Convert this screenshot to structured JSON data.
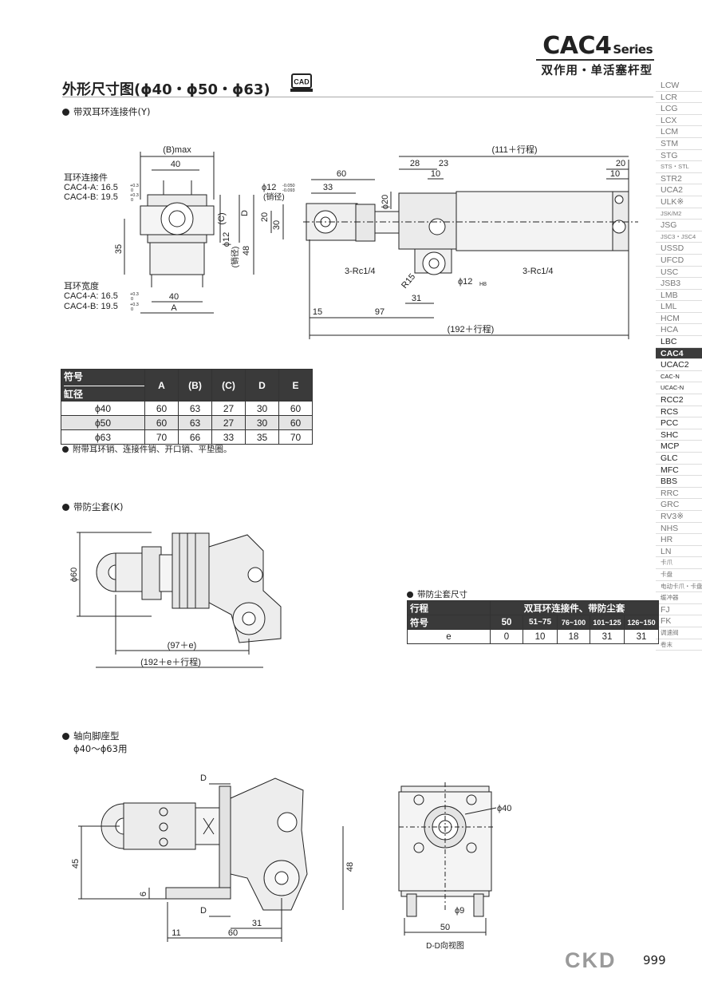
{
  "header": {
    "series_name": "CAC4",
    "series_suffix": "Series",
    "subtitle": "双作用・单活塞杆型",
    "page_heading": "外形尺寸图(ϕ40・ϕ50・ϕ63)",
    "cad_label": "CAD"
  },
  "sidebar": {
    "items": [
      "LCW",
      "LCR",
      "LCG",
      "LCX",
      "LCM",
      "STM",
      "STG",
      "STS・STL",
      "STR2",
      "UCA2",
      "ULK※",
      "JSK/M2",
      "JSG",
      "JSC3・JSC4",
      "USSD",
      "UFCD",
      "USC",
      "JSB3",
      "LMB",
      "LML",
      "HCM",
      "HCA",
      "LBC",
      "CAC4",
      "UCAC2",
      "CAC-N",
      "UCAC-N",
      "RCC2",
      "RCS",
      "PCC",
      "SHC",
      "MCP",
      "GLC",
      "MFC",
      "BBS",
      "RRC",
      "GRC",
      "RV3※",
      "NHS",
      "HR",
      "LN",
      "卡爪",
      "卡盘",
      "电动卡爪・卡盘",
      "缓冲器",
      "FJ",
      "FK",
      "调速阀",
      "卷末"
    ],
    "active": "CAC4"
  },
  "section_y": {
    "title": "带双耳环连接件(Y)",
    "lbl_b_max": "(B)max",
    "lbl_40_top": "40",
    "lbl_clevis_title": "耳环连接件",
    "lbl_clevis_a": "CAC4-A: 16.5",
    "lbl_clevis_b": "CAC4-B: 19.5",
    "lbl_tol_plus": "+0.3",
    "lbl_tol_zero": "0",
    "lbl_35": "35",
    "lbl_C": "(C)",
    "lbl_D": "D",
    "lbl_pin_dia": "ϕ12",
    "lbl_pin_note": "(销径)",
    "lbl_48": "48",
    "lbl_width_title": "耳环宽度",
    "lbl_width_a": "CAC4-A: 16.5",
    "lbl_width_b": "CAC4-B: 19.5",
    "lbl_40_bottom": "40",
    "lbl_A": "A",
    "lbl_60": "60",
    "lbl_33": "33",
    "lbl_phi12_side": "ϕ12",
    "lbl_phi12_tol_a": "-0.050",
    "lbl_phi12_tol_b": "-0.093",
    "lbl_pin_note_side": "(销径)",
    "lbl_phi20": "ϕ20",
    "lbl_20": "20",
    "lbl_30": "30",
    "lbl_111": "(111＋行程)",
    "lbl_28": "28",
    "lbl_23": "23",
    "lbl_10_a": "10",
    "lbl_20_right": "20",
    "lbl_10_b": "10",
    "lbl_rc_left": "3-Rc1/4",
    "lbl_rc_right": "3-Rc1/4",
    "lbl_r15": "R15",
    "lbl_phi12_h8": "ϕ12",
    "lbl_h8": "H8",
    "lbl_31": "31",
    "lbl_15": "15",
    "lbl_97": "97",
    "lbl_192": "(192＋行程)"
  },
  "dim_table": {
    "header_symbol": "符号",
    "header_bore": "缸径",
    "columns": [
      "A",
      "(B)",
      "(C)",
      "D",
      "E"
    ],
    "rows": [
      {
        "bore": "ϕ40",
        "values": [
          "60",
          "63",
          "27",
          "30",
          "60"
        ]
      },
      {
        "bore": "ϕ50",
        "values": [
          "60",
          "63",
          "27",
          "30",
          "60"
        ]
      },
      {
        "bore": "ϕ63",
        "values": [
          "70",
          "66",
          "33",
          "35",
          "70"
        ]
      }
    ],
    "note": "附带耳环销、连接件销、开口销、平垫圈。"
  },
  "section_k": {
    "title": "带防尘套(K)",
    "lbl_phi60": "ϕ60",
    "lbl_97e": "(97＋e)",
    "lbl_192e": "(192＋e＋行程)"
  },
  "boot_table": {
    "title": "带防尘套尺寸",
    "row1_label": "行程",
    "row1_span": "双耳环连接件、带防尘套",
    "row2_label": "符号",
    "strokes": [
      "50",
      "51~75",
      "76~100",
      "101~125",
      "126~150"
    ],
    "row3_label": "e",
    "e_values": [
      "0",
      "10",
      "18",
      "31",
      "31"
    ]
  },
  "section_foot": {
    "title": "轴向脚座型",
    "subtitle": "ϕ40～ϕ63用",
    "lbl_D_top": "D",
    "lbl_45": "45",
    "lbl_6": "6",
    "lbl_D_bottom": "D",
    "lbl_31": "31",
    "lbl_11": "11",
    "lbl_60": "60",
    "lbl_48": "48",
    "lbl_phi40": "ϕ40",
    "lbl_phi9": "ϕ9",
    "lbl_50": "50",
    "lbl_view": "D-D向视图"
  },
  "footer": {
    "logo": "CKD",
    "page_number": "999"
  }
}
